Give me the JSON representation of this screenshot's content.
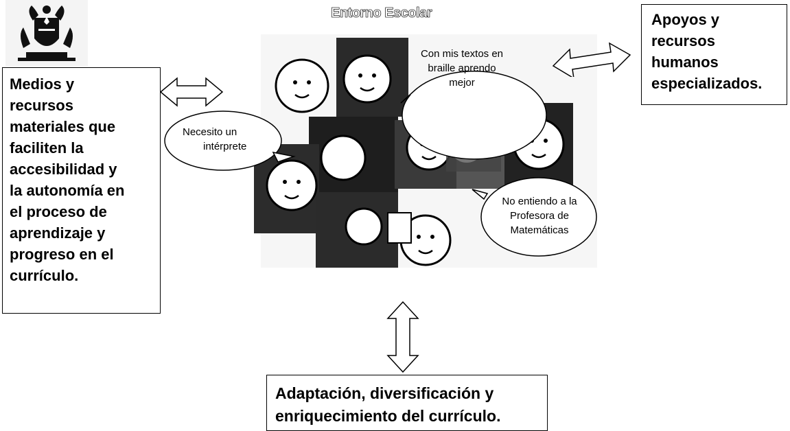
{
  "scene": {
    "title": "Entorno Escolar",
    "bubbles": [
      {
        "lines": [
          "Con mis textos en",
          "braille aprendo",
          "mejor"
        ]
      },
      {
        "lines": [
          "Necesito un",
          "intérprete"
        ]
      },
      {
        "lines": [
          "No entiendo a la",
          "Profesora de",
          "Matemáticas"
        ]
      }
    ]
  },
  "boxes": {
    "left": {
      "lines": [
        "Medios y",
        "recursos",
        "materiales que",
        "faciliten la",
        "accesibilidad y",
        "la autonomía en",
        "el proceso de",
        "aprendizaje y",
        "progreso en el",
        "currículo."
      ]
    },
    "right": {
      "lines": [
        "Apoyos y",
        "recursos",
        "humanos",
        "especializados."
      ]
    },
    "bottom": {
      "lines": [
        "Adaptación, diversificación y",
        "enriquecimiento del currículo."
      ]
    }
  },
  "icons": {
    "logo": "coat-of-arms-icon",
    "arrow": "double-arrow-icon"
  }
}
